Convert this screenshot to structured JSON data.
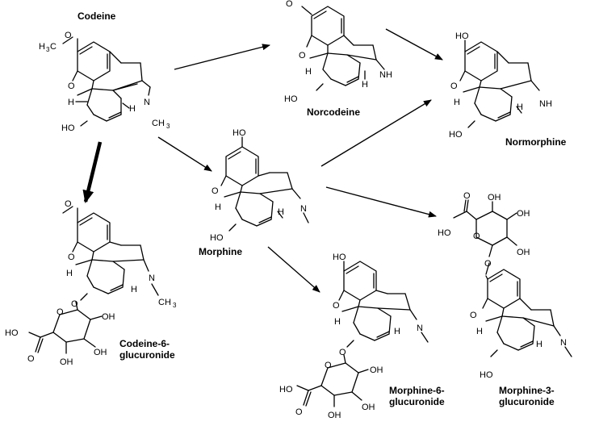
{
  "compounds": {
    "codeine": {
      "name": "Codeine",
      "methoxy": "O",
      "methyl_c": "C",
      "methyl_h": "H",
      "methyl_3": "3",
      "ring_o": "O",
      "h_a": "H",
      "h_b": "H",
      "ho": "HO",
      "n": "N",
      "nme_c": "CH",
      "nme_3": "3"
    },
    "norcodeine": {
      "name": "Norcodeine",
      "methoxy": "O",
      "ring_o": "O",
      "h_a": "H",
      "h_b": "H",
      "ho": "HO",
      "nh": "NH"
    },
    "normorphine": {
      "name": "Normorphine",
      "oh": "HO",
      "ring_o": "O",
      "h_a": "H",
      "h_b": "H",
      "ho": "HO",
      "nh": "NH"
    },
    "morphine": {
      "name": "Morphine",
      "oh": "HO",
      "ring_o": "O",
      "h_a": "H",
      "h_b": "H",
      "ho": "HO",
      "n": "N"
    },
    "codeine6g": {
      "name_1": "Codeine-6-",
      "name_2": "glucuronide",
      "methoxy": "O",
      "ring_o": "O",
      "h_a": "H",
      "h_b": "H",
      "n": "N",
      "nme_c": "CH",
      "nme_3": "3",
      "link_o": "O",
      "sugar_o": "O",
      "oh1": "OH",
      "oh2": "OH",
      "oh3": "OH",
      "ho_acid": "HO",
      "o_acid": "O"
    },
    "morphine6g": {
      "name_1": "Morphine-6-",
      "name_2": "glucuronide",
      "oh": "HO",
      "ring_o": "O",
      "h_a": "H",
      "h_b": "H",
      "n": "N",
      "link_o": "O",
      "sugar_o": "O",
      "oh1": "OH",
      "oh2": "OH",
      "oh3": "OH",
      "ho_acid": "HO",
      "o_acid": "O"
    },
    "morphine3g": {
      "name_1": "Morphine-3-",
      "name_2": "glucuronide",
      "link_o": "O",
      "ring_o": "O",
      "h_a": "H",
      "h_b": "H",
      "ho": "HO",
      "n": "N",
      "sugar_o": "O",
      "oh1": "OH",
      "oh2": "OH",
      "oh3": "OH",
      "ho_acid": "HO",
      "o_acid": "O"
    }
  },
  "arrows": [
    {
      "from": "Codeine",
      "to": "Norcodeine",
      "style": "thin"
    },
    {
      "from": "Norcodeine",
      "to": "Normorphine",
      "style": "thin"
    },
    {
      "from": "Codeine",
      "to": "Morphine",
      "style": "thin"
    },
    {
      "from": "Codeine",
      "to": "Codeine-6-glucuronide",
      "style": "bold"
    },
    {
      "from": "Morphine",
      "to": "Normorphine",
      "style": "thin"
    },
    {
      "from": "Morphine",
      "to": "Morphine-3-glucuronide",
      "style": "thin"
    },
    {
      "from": "Morphine",
      "to": "Morphine-6-glucuronide",
      "style": "thin"
    }
  ],
  "colors": {
    "ink": "#000000",
    "background": "#ffffff"
  }
}
